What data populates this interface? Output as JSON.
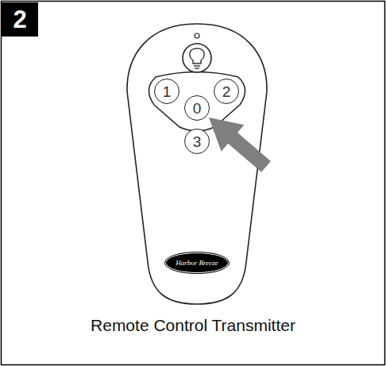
{
  "diagram": {
    "caption": "Remote Control Transmitter",
    "nodes": [
      {
        "text": [
          "2"
        ]
      },
      {
        "text": [
          "1"
        ]
      },
      {
        "text": [
          "2"
        ]
      },
      {
        "text": [
          "0"
        ]
      },
      {
        "text": [
          "3"
        ]
      },
      {
        "text": [
          "Harbor Breeze"
        ]
      }
    ]
  }
}
